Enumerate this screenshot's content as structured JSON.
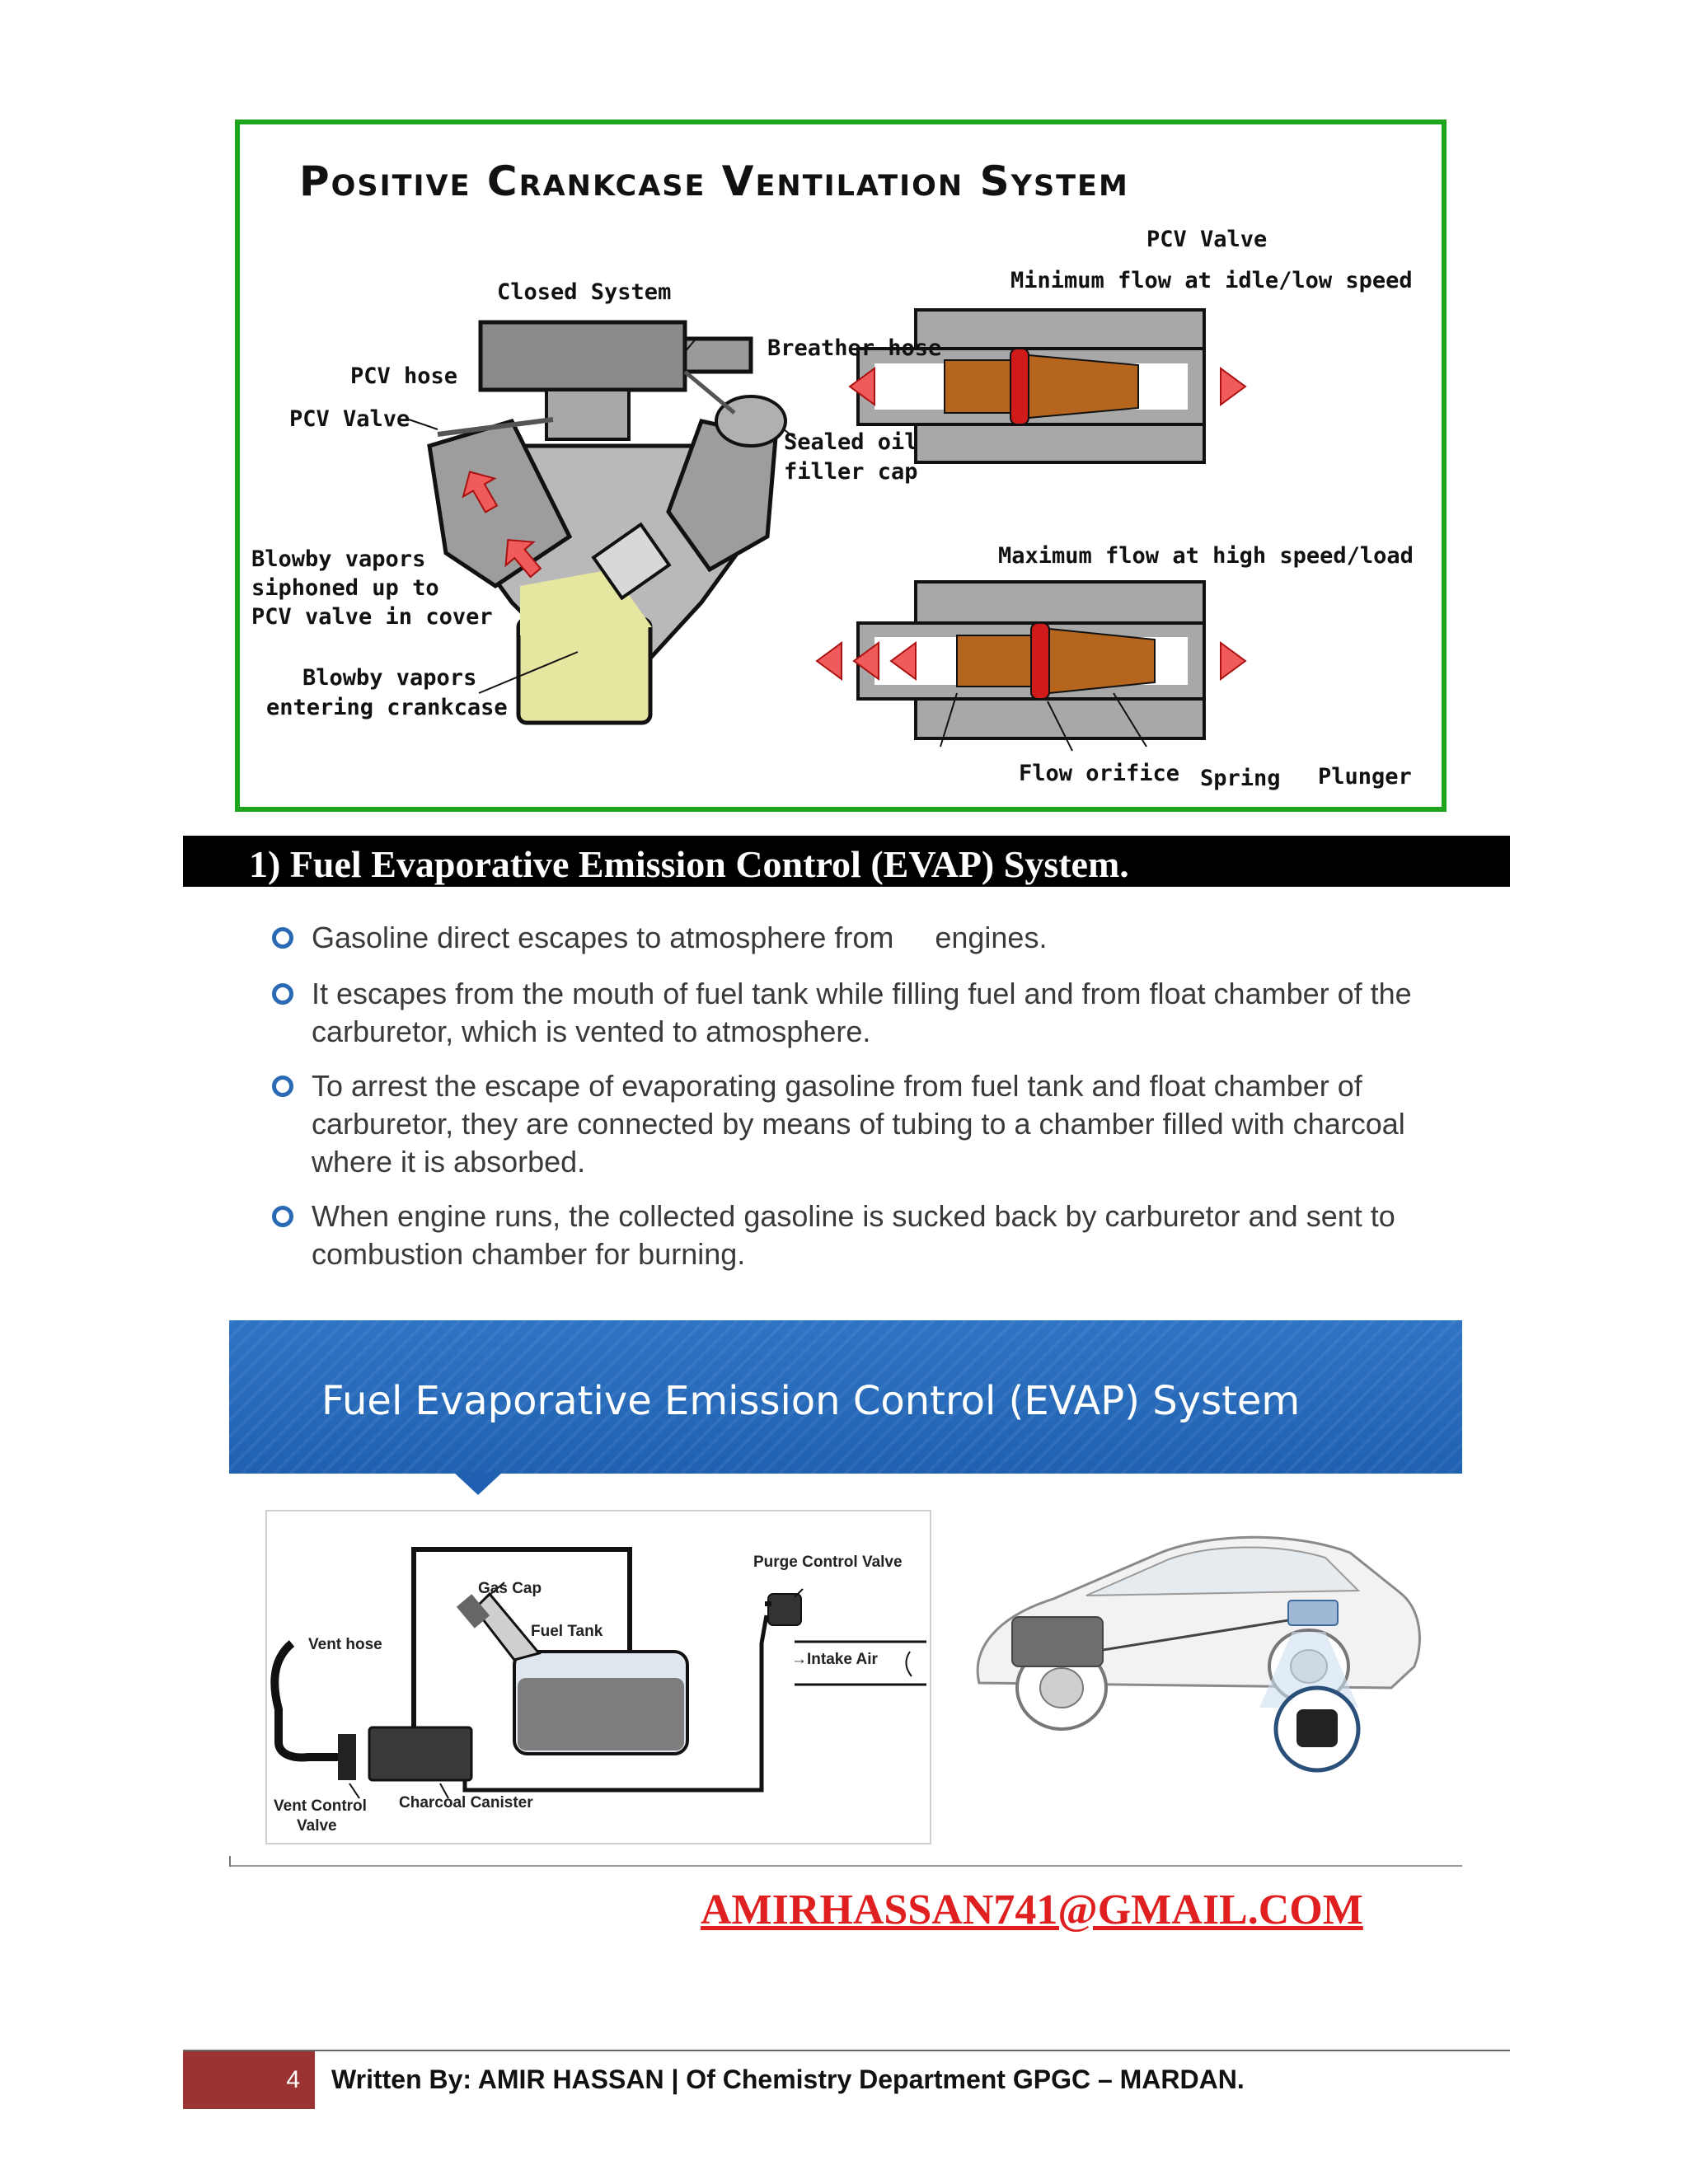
{
  "pcv": {
    "title": "Positive Crankcase Ventilation System",
    "labels": {
      "closed_system": "Closed System",
      "pcv_hose": "PCV hose",
      "pcv_valve_left": "PCV Valve",
      "breather_hose": "Breather hose",
      "sealed_cap_1": "Sealed oil",
      "sealed_cap_2": "filler cap",
      "blowby_up_1": "Blowby vapors",
      "blowby_up_2": "siphoned up to",
      "blowby_up_3": "PCV valve in cover",
      "blowby_in_1": "Blowby vapors",
      "blowby_in_2": "entering crankcase",
      "pcv_valve_right": "PCV Valve",
      "min_flow": "Minimum flow at idle/low speed",
      "max_flow": "Maximum flow at high speed/load",
      "flow_orifice": "Flow orifice",
      "spring": "Spring",
      "plunger": "Plunger"
    }
  },
  "section": {
    "heading": "1) Fuel Evaporative Emission Control (EVAP) System."
  },
  "bullets": [
    "Gasoline direct escapes to atmosphere from     engines.",
    "It escapes from the mouth of fuel tank while filling fuel and from float chamber of the carburetor, which is vented to atmosphere.",
    "To arrest the escape of evaporating gasoline from fuel tank and float chamber of carburetor, they are connected by means of tubing to a chamber filled with charcoal where it is absorbed.",
    "When engine runs, the collected gasoline is sucked back by carburetor and sent to combustion chamber for burning."
  ],
  "evap": {
    "banner_title": "Fuel Evaporative Emission Control (EVAP) System",
    "labels": {
      "gas_cap": "Gas Cap",
      "fuel_tank": "Fuel Tank",
      "purge_valve": "Purge Control Valve",
      "intake_air": "Intake Air",
      "vent_hose": "Vent hose",
      "vent_valve_1": "Vent Control",
      "vent_valve_2": "Valve",
      "charcoal_canister": "Charcoal Canister"
    }
  },
  "email": "AMIRHASSAN741@GMAIL.COM",
  "footer": {
    "page_number": "4",
    "text": "Written By: AMIR HASSAN | Of Chemistry Department GPGC – MARDAN."
  },
  "colors": {
    "pcv_border": "#1ea51e",
    "bullet_icon": "#2a6ab5",
    "evap_banner": "#1f61b0",
    "email": "#e02020",
    "footer_box": "#9b3333"
  }
}
